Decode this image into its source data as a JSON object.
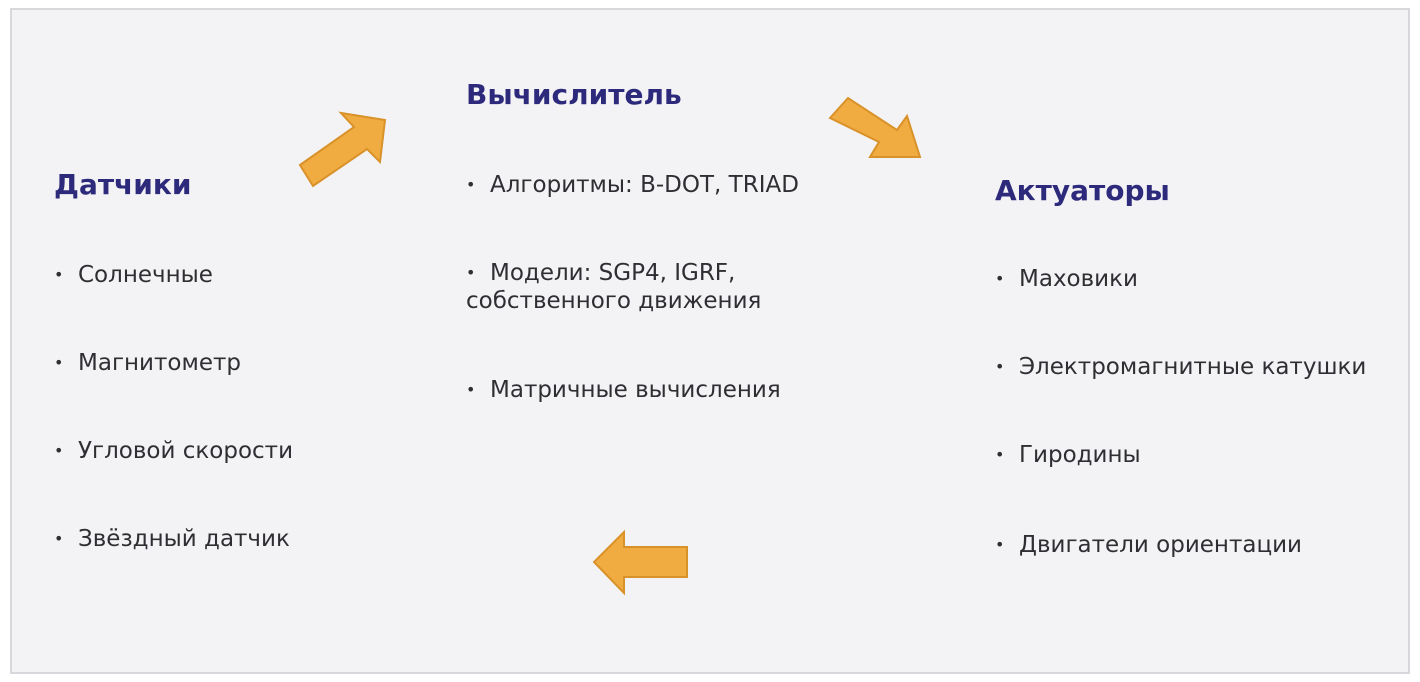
{
  "sensors": {
    "title": "Датчики",
    "items": [
      "Солнечные",
      "Магнитометр",
      "Угловой скорости",
      "Звёздный датчик"
    ]
  },
  "computer": {
    "title": "Вычислитель",
    "items": [
      "Алгоритмы: B-DOT, TRIAD",
      "Модели: SGP4, IGRF,",
      "собственного движения",
      "Матричные вычисления"
    ]
  },
  "actuators": {
    "title": "Актуаторы",
    "items": [
      "Маховики",
      "Электромагнитные катушки",
      "Гиродины",
      "Двигатели ориентации"
    ]
  },
  "colors": {
    "title": "#2d2a7c",
    "arrow_fill": "#f0ac40",
    "arrow_stroke": "#d9922a",
    "panel_bg": "#f3f3f6"
  }
}
